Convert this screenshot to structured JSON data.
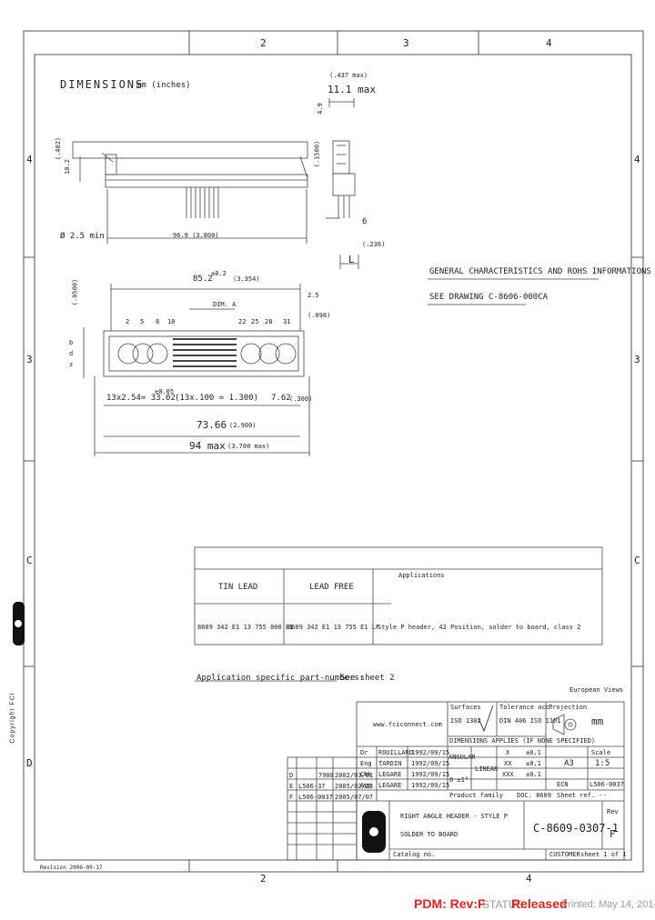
{
  "frame": {
    "zones_top": [
      "2",
      "3",
      "4"
    ],
    "zones_bottom": [
      "2",
      "4"
    ],
    "zones_left": [
      "4",
      "3",
      "C",
      "D"
    ],
    "zones_right": [
      "4",
      "3",
      "C"
    ]
  },
  "drawing": {
    "title": "DIMENSIONS",
    "title_units": "mm (inches)",
    "side": {
      "top_dim_in": "(.437 max)",
      "top_dim_mm": "11.1 max",
      "height_dim": "4.9",
      "pin_dim": "(.1500)",
      "tail_dim": "6",
      "tail_dim_in": "(.236)",
      "l_label": "L"
    },
    "front": {
      "left_dim": "(.402)",
      "left_dim2": "10.2",
      "hole": "Ø 2.5 min",
      "width": "96.9 (3.800)"
    },
    "general_info": "GENERAL CHARACTERISTICS AND ROHS INFORMATIONS",
    "see_drawing": "SEE DRAWING C-8606-000CA",
    "plan": {
      "left_dim": "(.0500)",
      "top_dim": "85.2",
      "top_dim_tol": "±0.2",
      "top_dim_in": "(3.354)",
      "right_dim": "(.098)",
      "right_dim2": "2.5",
      "dim_a": "DIM. A",
      "pin_nums": [
        "2",
        "5",
        "8",
        "10",
        "22",
        "25",
        "28",
        "31"
      ],
      "row_labels": [
        "b",
        "d",
        "z"
      ],
      "dim_left": "13x2.54= 33.02",
      "dim_left_tol": "±0.05",
      "dim_mid": "(13x.100 = 1.300)",
      "dim_right": "7.62",
      "dim_right_in": "(.300)",
      "dim_73": "73.66",
      "dim_73_in": "(2.900)",
      "dim_94": "94 max",
      "dim_94_in": "(3.700 max)"
    }
  },
  "parts_table": {
    "col_tin": "TIN LEAD",
    "col_lead_free": "LEAD FREE",
    "col_applications": "Applications",
    "pn_tin": "8609 342 E1 13 755 000 E1",
    "pn_lead_free": "8609 342 E1 13 755 E1 LF",
    "description": "Style P header, 42 Position, solder to board, class 2"
  },
  "app_note_label": "Application specific part-numbers:",
  "app_note_value": "See sheet 2",
  "european_views": "European Views",
  "title_block": {
    "website": "www.fciconnect.com",
    "surface_label": "Surfaces",
    "surface_val": "ISO 1302",
    "tolerance_label": "Tolerance acc.",
    "tolerance_val": "DIN 406 ISO 1101",
    "projection_label": "Projection",
    "units": "mm",
    "dims_note": "DIMENSIONS APPLIES (IF NONE SPECIFIED)",
    "rows": [
      {
        "role": "Dr",
        "name": "ROUILLARD",
        "date": "1992/09/15"
      },
      {
        "role": "Eng",
        "name": "TARDIN",
        "date": "1992/09/15"
      },
      {
        "role": "Chk",
        "name": "LEGARE",
        "date": "1992/09/15"
      },
      {
        "role": "App",
        "name": "LEGARE",
        "date": "1992/09/15"
      }
    ],
    "angular": "ANGULAR",
    "angular_val": "0 ±1°",
    "linear": "LINEAR",
    "lin_x": "X",
    "lin_x_val": "±0.1",
    "lin_xx": "XX",
    "lin_xx_val": "±0.1",
    "lin_xxx": "XXX",
    "lin_xxx_val": "±0.1",
    "format": "A3",
    "scale_label": "Scale",
    "scale": "1:5",
    "ecn_label": "ECN",
    "ecn": "L506-0037",
    "product_family": "Product family",
    "doc_label": "DOC. 8609",
    "sheet_ref": "Sheet ref. --",
    "title_line1": "RIGHT ANGLE HEADER - STYLE P",
    "title_line2": "SOLDER TO BOARD",
    "catalog": "Catalog no.",
    "drawing_no": "C-8609-0307-1",
    "rev_label": "Rev",
    "rev": "F",
    "customer": "CUSTOMER",
    "sheet": "sheet 1 of 1",
    "revisions": [
      {
        "rev": "D",
        "ecn": "7908",
        "date": "2002/03/01"
      },
      {
        "rev": "E",
        "ecn": "L506-37",
        "date": "2005/02/23"
      },
      {
        "rev": "F",
        "ecn": "L506-0037",
        "date": "2005/07/07"
      }
    ]
  },
  "copyright": "Copyright FCI",
  "bottom_left_note": "Revision 2006-09-17",
  "footer": {
    "pdm": "PDM: Rev:F",
    "status_label": "STATUS:",
    "status": "Released",
    "printed": "Printed: May 14, 2014",
    "pdm_color": "#e8211d",
    "text_color": "#9a9a9a"
  }
}
